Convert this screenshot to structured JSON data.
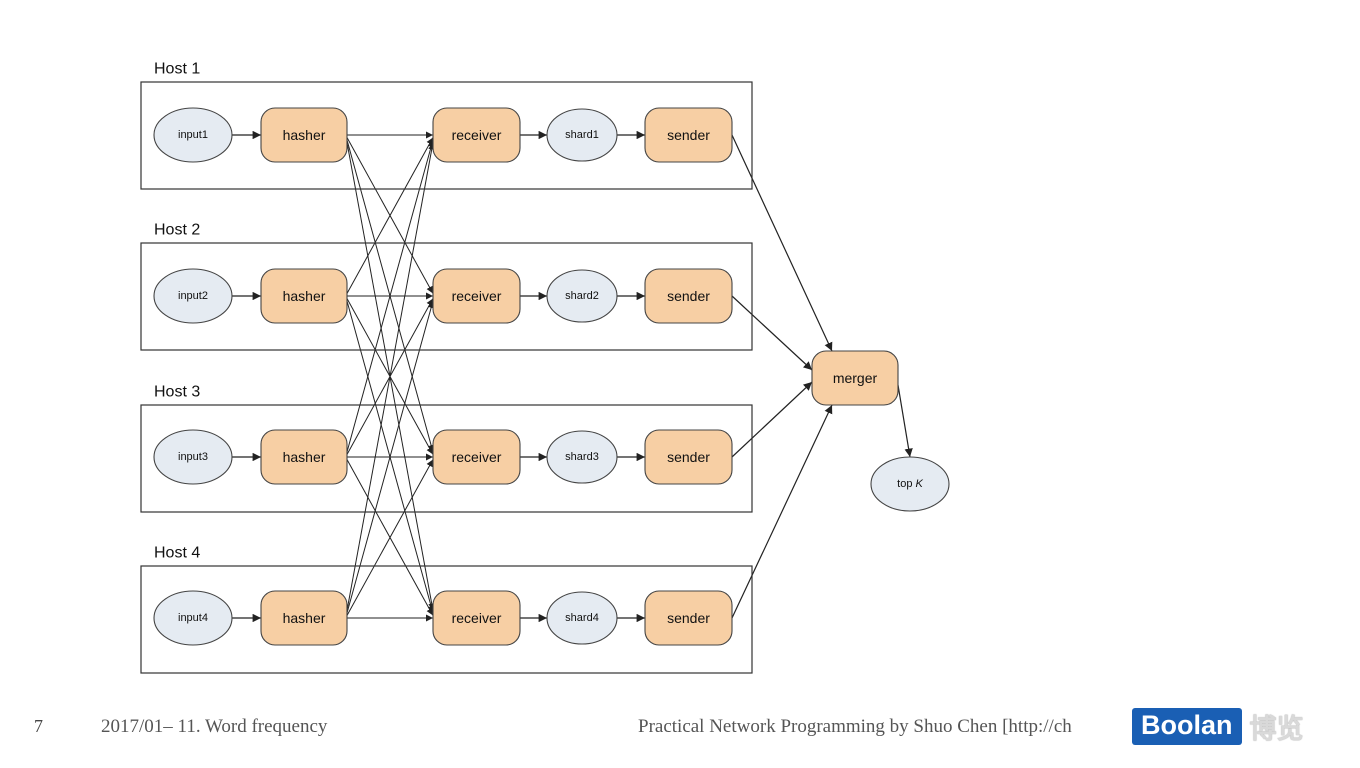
{
  "hosts": [
    {
      "label": "Host 1",
      "input": "input1",
      "hasher": "hasher",
      "receiver": "receiver",
      "shard": "shard1",
      "sender": "sender"
    },
    {
      "label": "Host 2",
      "input": "input2",
      "hasher": "hasher",
      "receiver": "receiver",
      "shard": "shard2",
      "sender": "sender"
    },
    {
      "label": "Host 3",
      "input": "input3",
      "hasher": "hasher",
      "receiver": "receiver",
      "shard": "shard3",
      "sender": "sender"
    },
    {
      "label": "Host 4",
      "input": "input4",
      "hasher": "hasher",
      "receiver": "receiver",
      "shard": "shard4",
      "sender": "sender"
    }
  ],
  "merger": "merger",
  "topk": {
    "prefix": "top ",
    "k": "K"
  },
  "colors": {
    "process": "#f7cfa4",
    "data": "#e5ebf2",
    "stroke": "#444444"
  },
  "footer": {
    "page_number": "7",
    "left": "2017/01– 11. Word frequency",
    "right": "Practical Network Programming by Shuo Chen [http://ch"
  },
  "logo": {
    "brand": "Boolan",
    "chinese": "博览"
  }
}
